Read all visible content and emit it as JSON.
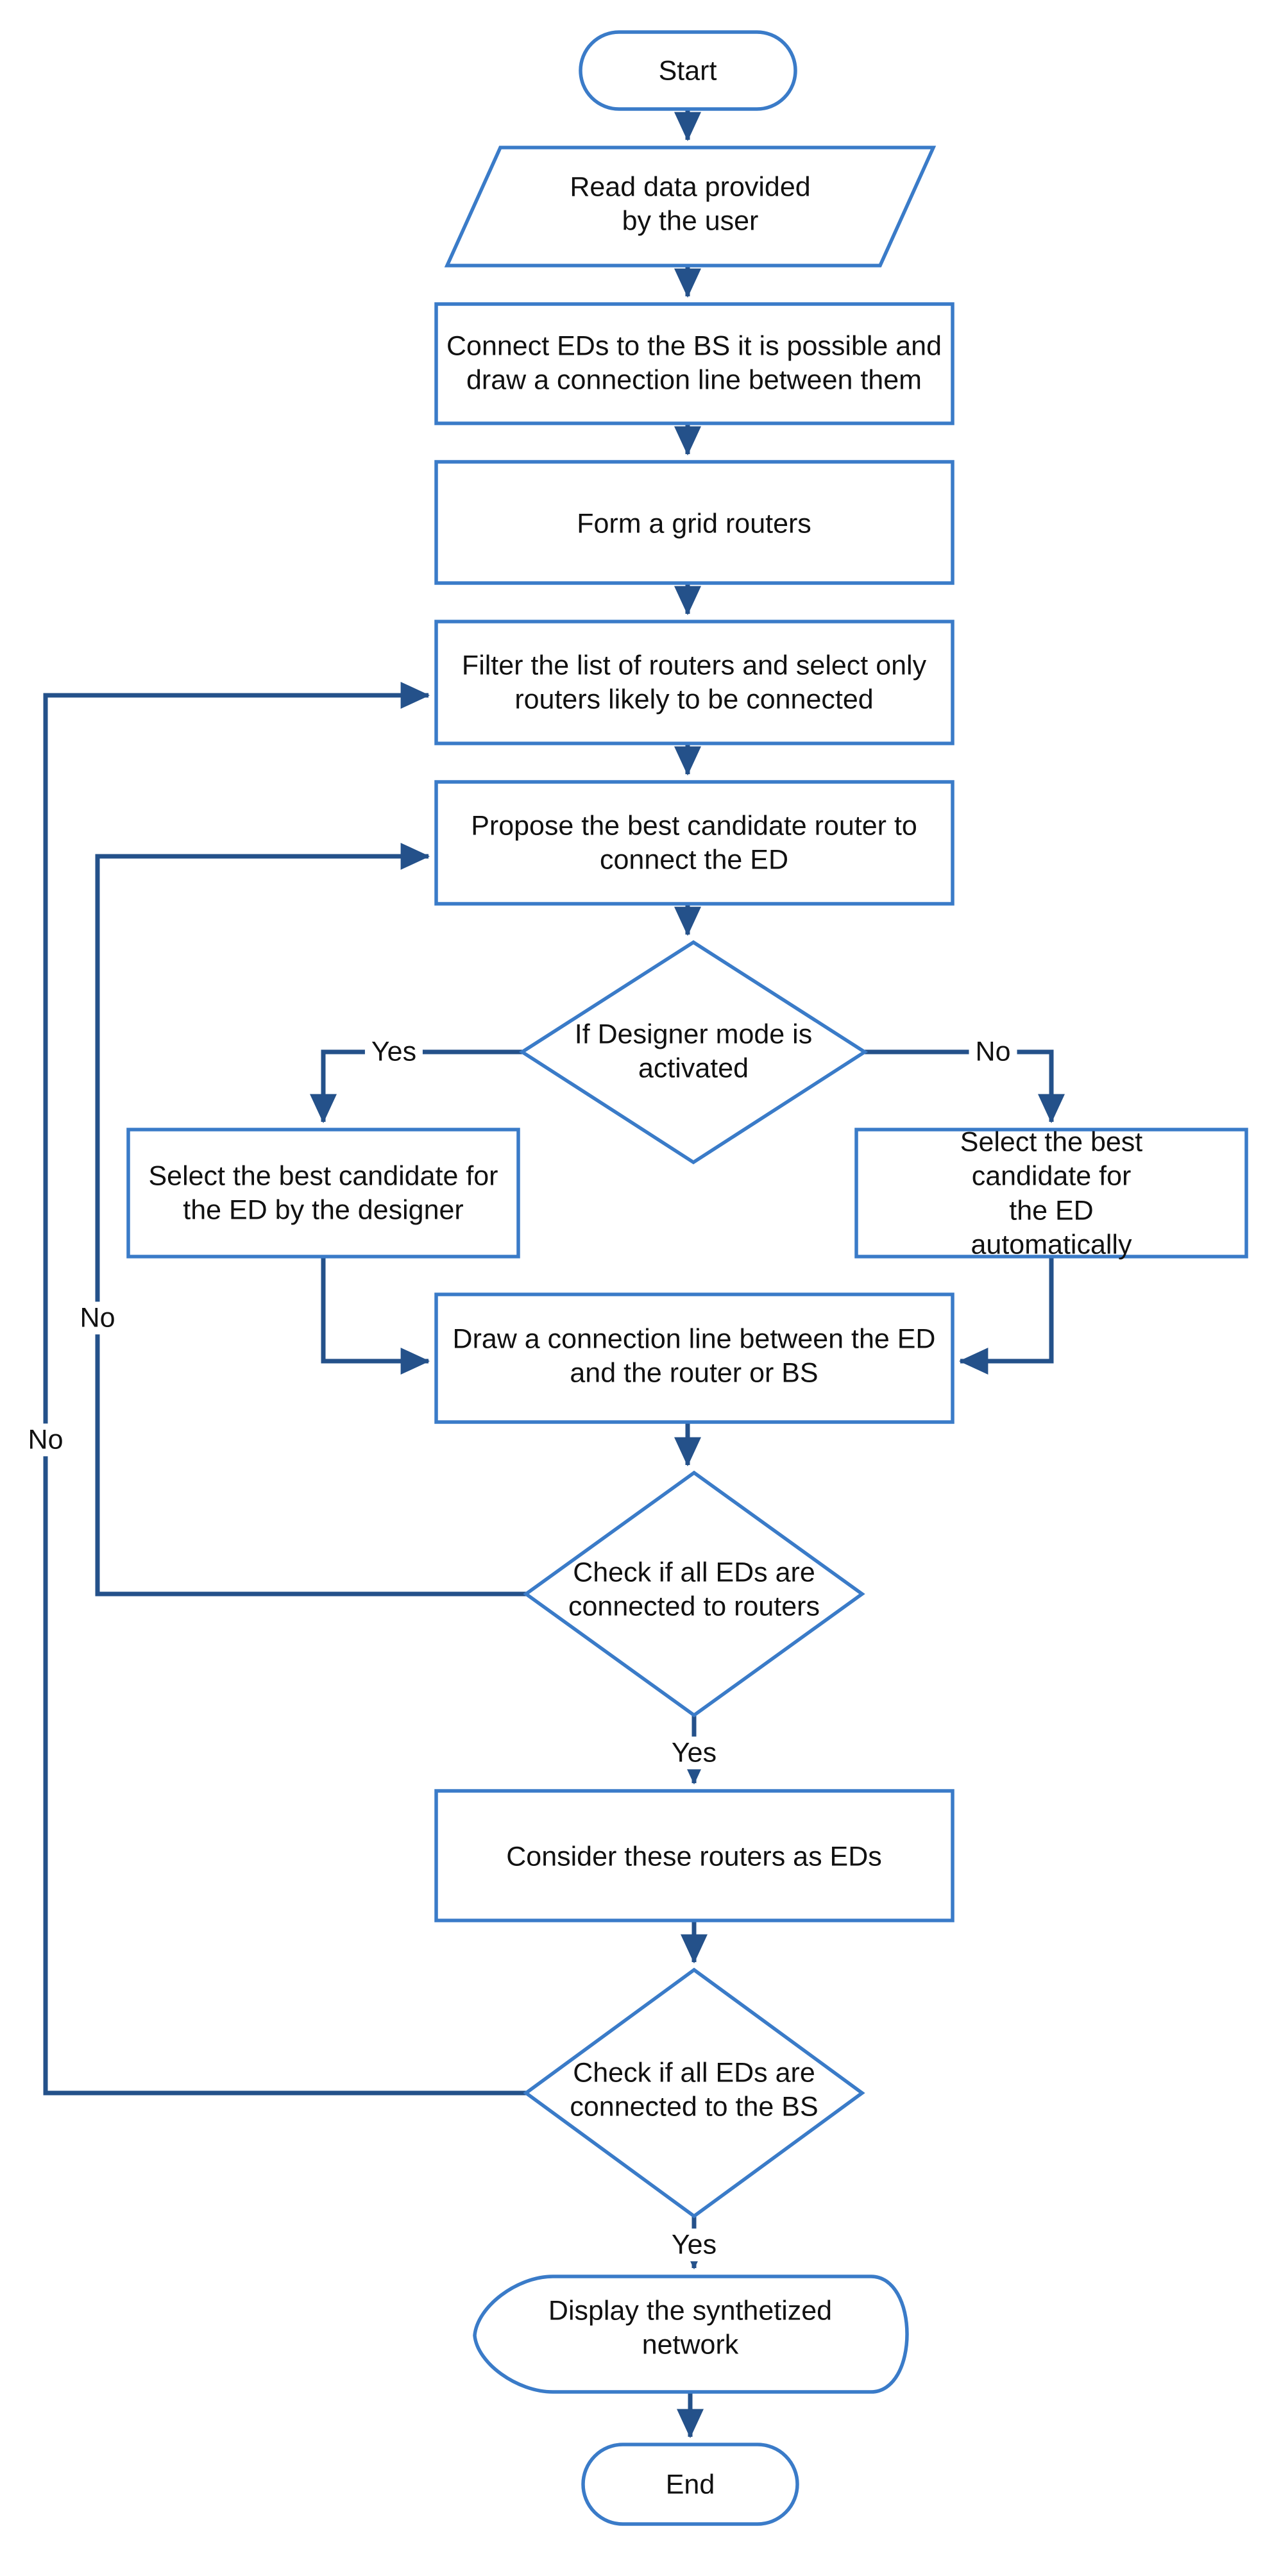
{
  "colors": {
    "shape_border": "#3a7bc8",
    "connector": "#24518a",
    "text": "#111111",
    "background": "#ffffff"
  },
  "flowchart": {
    "nodes": {
      "start": {
        "shape": "terminator",
        "label": "Start"
      },
      "read_data": {
        "shape": "data-io",
        "label": "Read data provided\nby the user"
      },
      "connect_eds": {
        "shape": "process",
        "label": "Connect EDs to the BS it is possible and\ndraw a connection line between them"
      },
      "form_grid": {
        "shape": "process",
        "label": "Form a grid routers"
      },
      "filter_routers": {
        "shape": "process",
        "label": "Filter the list of routers and select only\nrouters likely to be connected"
      },
      "propose_candidate": {
        "shape": "process",
        "label": "Propose the best candidate router to\nconnect the ED"
      },
      "designer_mode": {
        "shape": "decision",
        "label": "If Designer mode is\nactivated"
      },
      "select_by_designer": {
        "shape": "process",
        "label": "Select the best candidate for\nthe ED by the designer"
      },
      "select_automatically": {
        "shape": "process",
        "label": "Select the best candidate for\nthe ED automatically"
      },
      "draw_connection": {
        "shape": "process",
        "label": "Draw a connection line between the ED\nand the router or BS"
      },
      "check_eds_routers": {
        "shape": "decision",
        "label": "Check if all EDs are\nconnected to routers"
      },
      "consider_routers": {
        "shape": "process",
        "label": "Consider these routers as EDs"
      },
      "check_eds_bs": {
        "shape": "decision",
        "label": "Check if all EDs are\nconnected to the BS"
      },
      "display_network": {
        "shape": "display",
        "label": "Display the synthetized\nnetwork"
      },
      "end": {
        "shape": "terminator",
        "label": "End"
      }
    },
    "edge_labels": {
      "designer_yes": "Yes",
      "designer_no": "No",
      "eds_routers_yes": "Yes",
      "eds_routers_no": "No",
      "eds_bs_yes": "Yes",
      "eds_bs_no": "No"
    }
  }
}
